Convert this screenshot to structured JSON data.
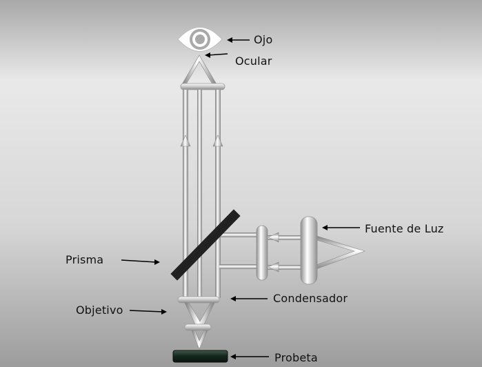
{
  "labels": {
    "ojo": "Ojo",
    "ocular": "Ocular",
    "fuente": "Fuente de Luz",
    "prisma": "Prisma",
    "objetivo": "Objetivo",
    "condensador": "Condensador",
    "probeta": "Probeta"
  },
  "colors": {
    "background_light": "#e7e7e7",
    "background_dark": "#a9a9a9",
    "steel_light": "#f4f4f4",
    "steel_dark": "#7e7e7e",
    "prism": "#2e2e2e",
    "sample": "#1d3328",
    "eye": "#ffffff"
  },
  "icons": {
    "eye": "eye-icon"
  }
}
